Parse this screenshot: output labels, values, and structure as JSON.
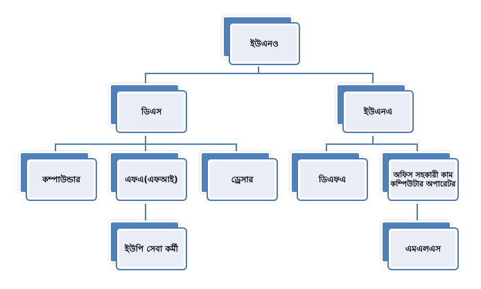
{
  "colors": {
    "box_back": "#4f81bd",
    "box_front": "#e9edf5",
    "connector": "#4f7cb3"
  },
  "nodes": {
    "root": "ইউএনও",
    "dls": "ডিএস",
    "uneo_a": "ইউএনএ",
    "compounder": "কম্পাউন্ডার",
    "fwa": "এফএ(এফআই)",
    "dresser": "ড্রেসার",
    "dfa": "ডিএফএ",
    "office_assistant": "অফিস সহকারী কাম কম্পিউটার অপারেটর",
    "up_sevakarmi": "ইউপি সেবা কর্মী",
    "mlss": "এমএলএস"
  }
}
